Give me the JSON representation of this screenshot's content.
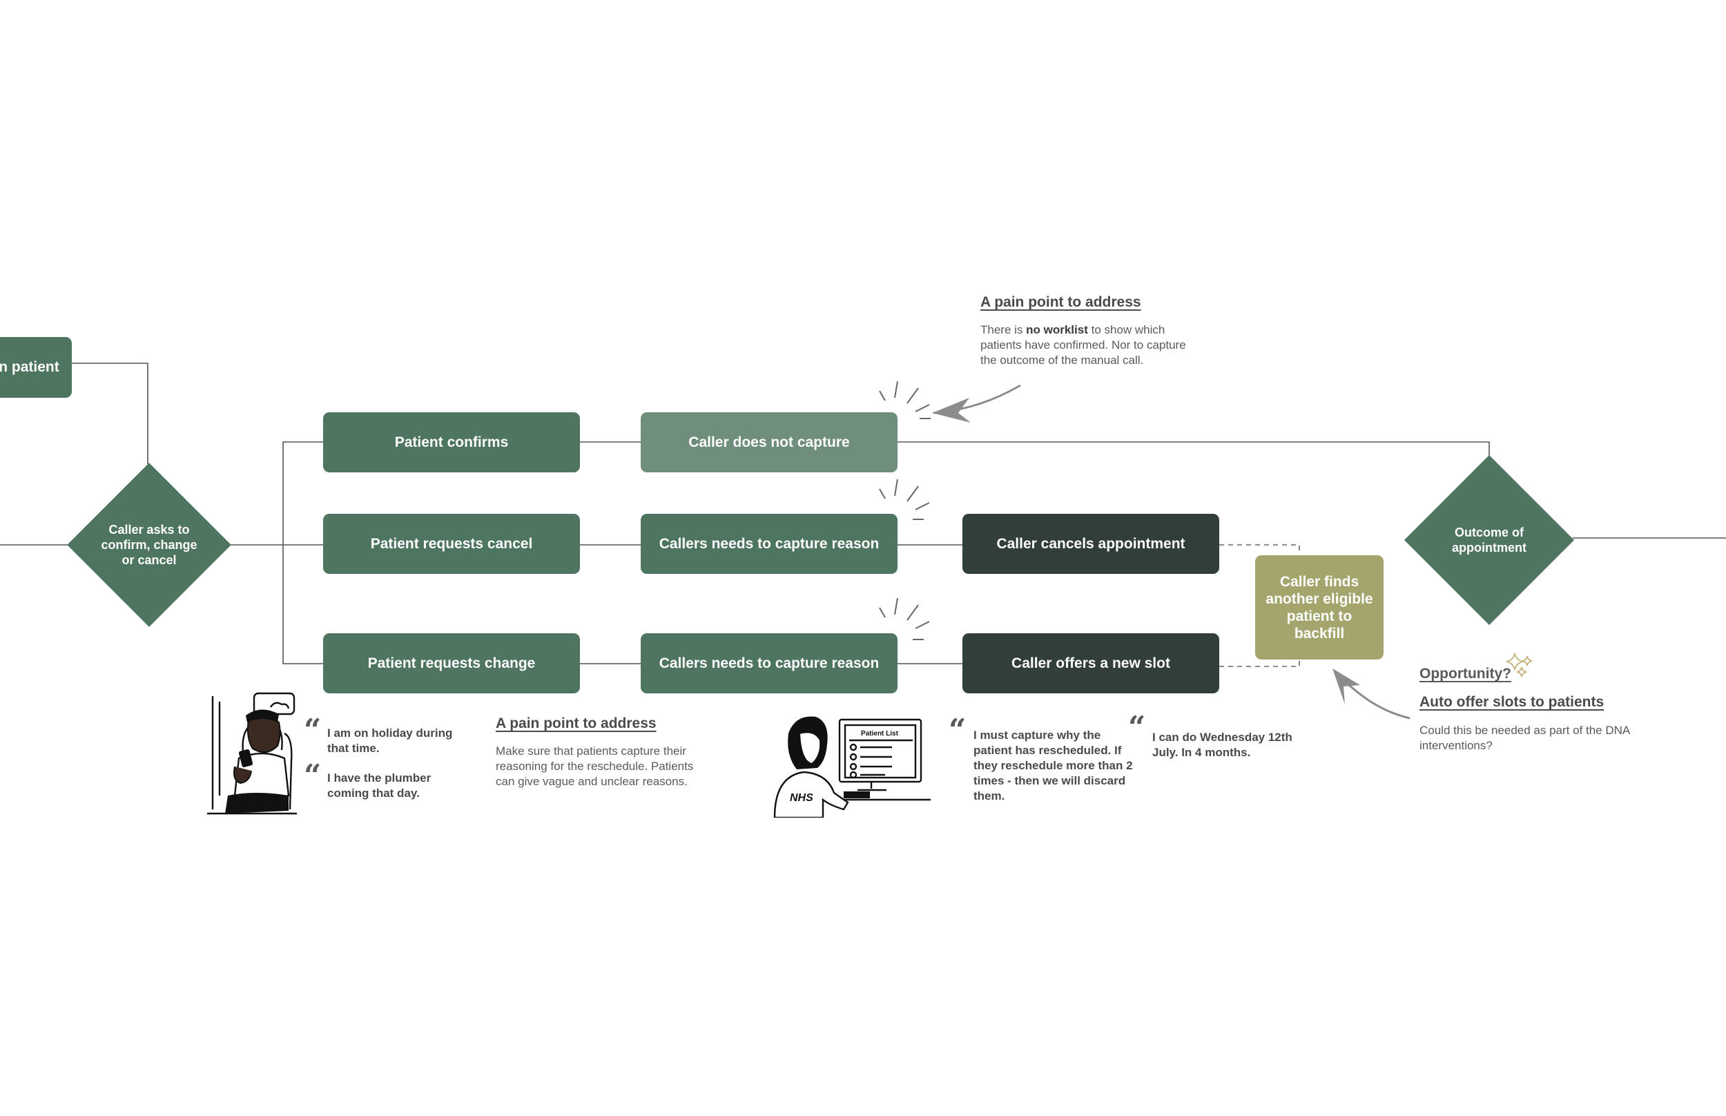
{
  "flow": {
    "entry_patient": "n patient",
    "decision_caller_asks": "Caller asks to confirm, change or cancel",
    "patient_confirms": "Patient confirms",
    "patient_requests_cancel": "Patient requests cancel",
    "patient_requests_change": "Patient requests change",
    "caller_does_not_capture": "Caller does not capture",
    "capture_reason_cancel": "Callers needs to capture reason",
    "capture_reason_change": "Callers needs to capture reason",
    "caller_cancels": "Caller cancels appointment",
    "caller_offers_slot": "Caller offers a new slot",
    "backfill": "Caller finds another eligible patient to backfill",
    "decision_outcome": "Outcome of appointment"
  },
  "pain_point_top": {
    "title": "A pain point to address",
    "body_pre": "There is ",
    "body_bold": "no worklist",
    "body_post": " to show which patients have confirmed. Nor to capture the outcome of the manual call."
  },
  "pain_point_bottom": {
    "title": "A pain point to address",
    "body": "Make sure that patients capture their reasoning for the reschedule. Patients can give vague and unclear reasons."
  },
  "patient_quotes": [
    "I am on holiday during that time.",
    "I have the plumber coming that day."
  ],
  "caller_quotes": [
    "I must capture why the patient has rescheduled. If they reschedule more than 2 times - then we will discard them.",
    "I can do Wednesday 12th July. In 4 months."
  ],
  "illustration": {
    "screen_title": "Patient List",
    "shirt_text": "NHS"
  },
  "opportunity": {
    "label": "Opportunity?",
    "title": "Auto offer slots to patients",
    "body": "Could this be needed as part of the DNA interventions?"
  },
  "colors": {
    "green": "#4e7560",
    "light_green": "#6f8e7c",
    "dark": "#323f39",
    "olive": "#a3a56d",
    "connector": "#555555"
  },
  "icons": [
    "quote-mark-icon",
    "sparkle-icon",
    "arrow-icon",
    "alert-burst-icon"
  ]
}
